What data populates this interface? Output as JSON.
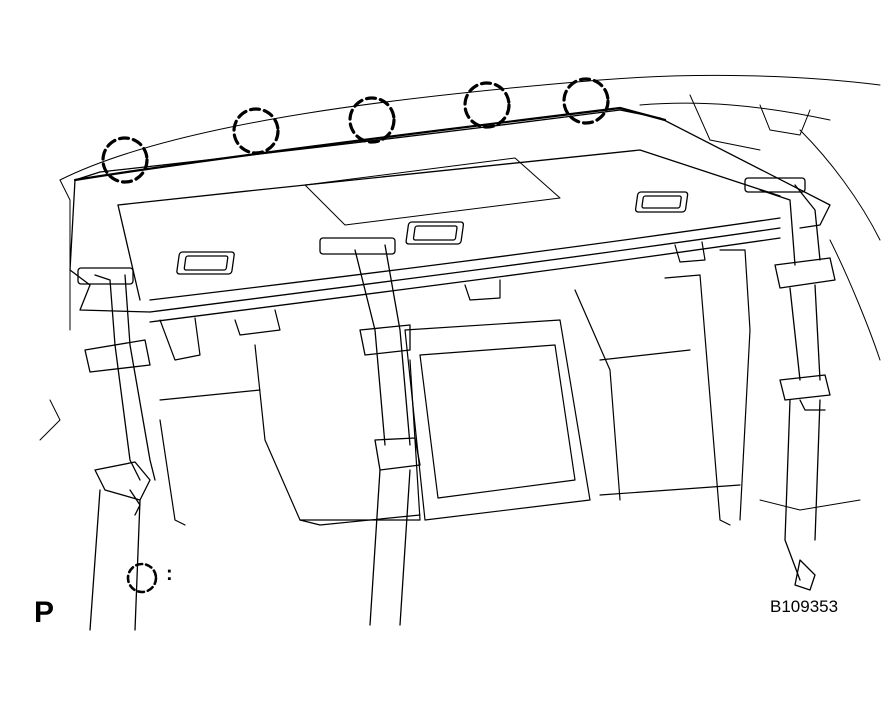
{
  "view_label": "P",
  "figure_id": "B109353",
  "legend": {
    "separator": ":"
  },
  "icons": {
    "clip": "dashed-circle-clip-marker"
  },
  "colors": {
    "line": "#000000",
    "background": "#ffffff"
  }
}
